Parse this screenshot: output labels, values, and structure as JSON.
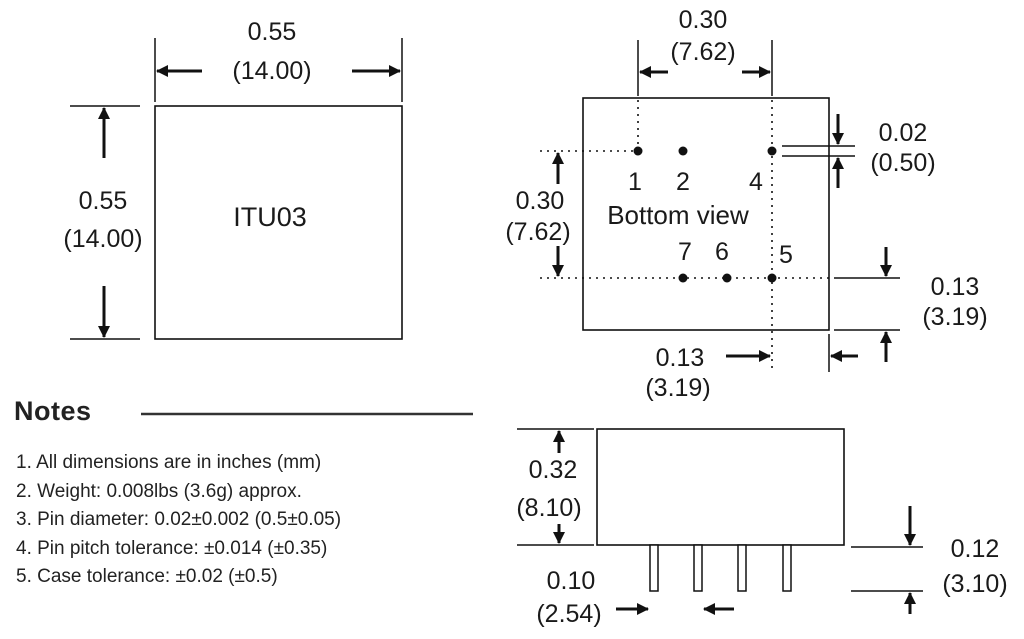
{
  "top_view": {
    "part_number": "ITU03",
    "width": {
      "inch": "0.55",
      "mm": "(14.00)"
    },
    "height": {
      "inch": "0.55",
      "mm": "(14.00)"
    }
  },
  "bottom_view": {
    "label": "Bottom view",
    "pin_spacing_horizontal": {
      "inch": "0.30",
      "mm": "(7.62)"
    },
    "pin_spacing_vertical": {
      "inch": "0.30",
      "mm": "(7.62)"
    },
    "pin_diameter": {
      "inch": "0.02",
      "mm": "(0.50)"
    },
    "edge_offset_bottom": {
      "inch": "0.13",
      "mm": "(3.19)"
    },
    "edge_offset_right": {
      "inch": "0.13",
      "mm": "(3.19)"
    },
    "pin_labels": [
      "1",
      "2",
      "4",
      "7",
      "6",
      "5"
    ]
  },
  "side_view": {
    "body_height": {
      "inch": "0.32",
      "mm": "(8.10)"
    },
    "pin_pitch": {
      "inch": "0.10",
      "mm": "(2.54)"
    },
    "pin_length": {
      "inch": "0.12",
      "mm": "(3.10)"
    }
  },
  "notes": {
    "title": "Notes",
    "items": [
      "1. All dimensions are in inches (mm)",
      "2. Weight: 0.008lbs (3.6g) approx.",
      "3. Pin diameter: 0.02±0.002 (0.5±0.05)",
      "4. Pin pitch tolerance: ±0.014 (±0.35)",
      "5. Case tolerance: ±0.02 (±0.5)"
    ]
  }
}
